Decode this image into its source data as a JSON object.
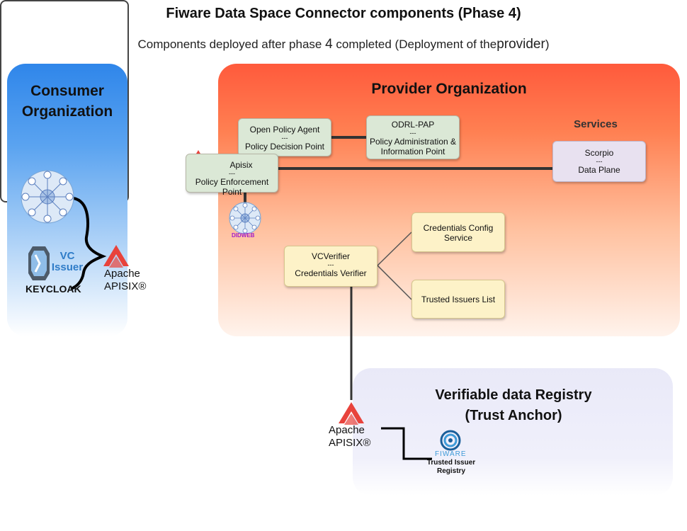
{
  "title": "Fiware Data Space Connector components (Phase 4)",
  "subtitle": {
    "prefix": "Components deployed after phase ",
    "number": "4",
    "middle": " completed (Deployment of the",
    "word": "provider",
    "suffix": ")"
  },
  "consumer": {
    "title": "Consumer Organization",
    "vc_issuer": [
      "VC",
      "Issuer"
    ],
    "keycloak": "KEYCLOAK",
    "apisix": [
      "Apache",
      "APISIX®"
    ],
    "did_icon": "did-web-icon"
  },
  "provider": {
    "title": "Provider Organization",
    "opa": [
      "Open Policy Agent",
      "---",
      "Policy Decision Point"
    ],
    "odrl": [
      "ODRL-PAP",
      "---",
      "Policy Administration &",
      "Information Point"
    ],
    "apisix": [
      "Apisix",
      "---",
      "Policy Enforcement Point"
    ],
    "didweb_label": "DIDWEB",
    "services_title": "Services",
    "scorpio": [
      "Scorpio",
      "---",
      "Data Plane"
    ],
    "vcverifier": [
      "VCVerifier",
      "---",
      "Credentials Verifier"
    ],
    "credentials_config": [
      "Credentials Config",
      "Service"
    ],
    "trusted_issuers_list": "Trusted Issuers List"
  },
  "registry": {
    "title": [
      "Verifiable data Registry",
      "(Trust Anchor)"
    ],
    "apisix": [
      "Apache",
      "APISIX®"
    ],
    "fiware_logo": "FIWARE",
    "tir": [
      "Trusted Issuer",
      "Registry"
    ]
  },
  "colors": {
    "consumer": "#2f86ea",
    "provider": "#ff5a3c",
    "registry": "#e9e9f8",
    "apisix_red": "#e8433c",
    "green_box": "#dbe8d6",
    "yellow_box": "#fdf2c8",
    "lilac_box": "#e8e1f0"
  }
}
